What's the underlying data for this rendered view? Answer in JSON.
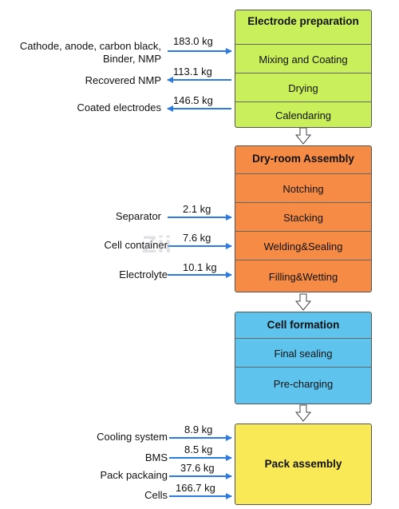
{
  "colors": {
    "electrode": "#c9ef5a",
    "dryroom": "#f68b45",
    "formation": "#5ec4ee",
    "pack": "#f9e957",
    "arrow": "#2c7be5",
    "down_arrow_fill": "#ffffff"
  },
  "stages": [
    {
      "id": "electrode",
      "title": "Electrode preparation",
      "rows": [
        "Mixing and Coating",
        "Drying",
        "Calendaring"
      ]
    },
    {
      "id": "dryroom",
      "title": "Dry-room Assembly",
      "rows": [
        "Notching",
        "Stacking",
        "Welding&Sealing",
        "Filling&Wetting"
      ]
    },
    {
      "id": "formation",
      "title": "Cell formation",
      "rows": [
        "Final sealing",
        "Pre-charging"
      ]
    },
    {
      "id": "pack",
      "title": "Pack assembly",
      "rows": []
    }
  ],
  "flows": [
    {
      "label": "Cathode, anode, carbon black,",
      "label2": "Binder, NMP",
      "mass": "183.0 kg",
      "direction": "in"
    },
    {
      "label": "Recovered NMP",
      "mass": "113.1 kg",
      "direction": "out"
    },
    {
      "label": "Coated electrodes",
      "mass": "146.5 kg",
      "direction": "out"
    },
    {
      "label": "Separator",
      "mass": "2.1 kg",
      "direction": "in"
    },
    {
      "label": "Cell container",
      "mass": "7.6 kg",
      "direction": "in"
    },
    {
      "label": "Electrolyte",
      "mass": "10.1 kg",
      "direction": "in"
    },
    {
      "label": "Cooling system",
      "mass": "8.9 kg",
      "direction": "in"
    },
    {
      "label": "BMS",
      "mass": "8.5 kg",
      "direction": "in"
    },
    {
      "label": "Pack packaing",
      "mass": "37.6 kg",
      "direction": "in"
    },
    {
      "label": "Cells",
      "mass": "166.7 kg",
      "direction": "in"
    }
  ]
}
